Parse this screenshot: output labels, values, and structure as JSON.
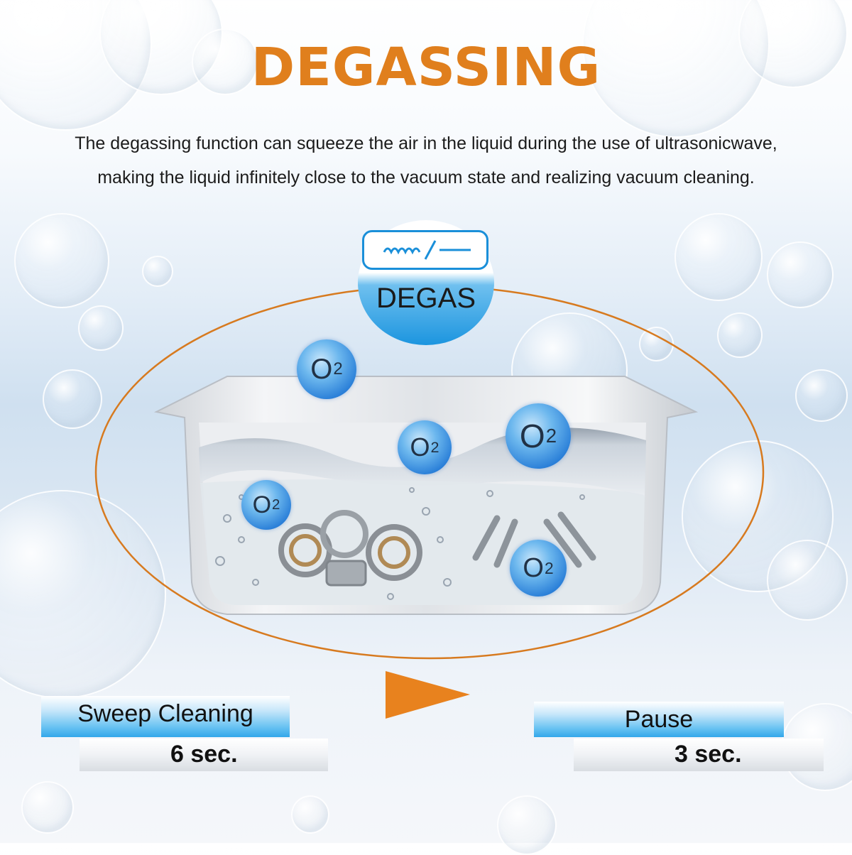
{
  "header": {
    "title": "DEGASSING",
    "description_line1": "The degassing function can squeeze the air in the liquid during the use of ultrasonicwave,",
    "description_line2": "making the liquid infinitely close to the vacuum state and realizing vacuum cleaning."
  },
  "degas_icon": {
    "icon": "wave-to-flat-icon",
    "label": "DEGAS"
  },
  "o2_bubbles": [
    {
      "label": "O",
      "sub": "2"
    },
    {
      "label": "O",
      "sub": "2"
    },
    {
      "label": "O",
      "sub": "2"
    },
    {
      "label": "O",
      "sub": "2"
    },
    {
      "label": "O",
      "sub": "2"
    }
  ],
  "cycle": {
    "sweep": {
      "label": "Sweep Cleaning",
      "time": "6 sec."
    },
    "pause": {
      "label": "Pause",
      "time": "3 sec."
    }
  },
  "colors": {
    "title": "#e07f1d",
    "accent_blue": "#1c95df",
    "orbit": "#d77a1f"
  }
}
